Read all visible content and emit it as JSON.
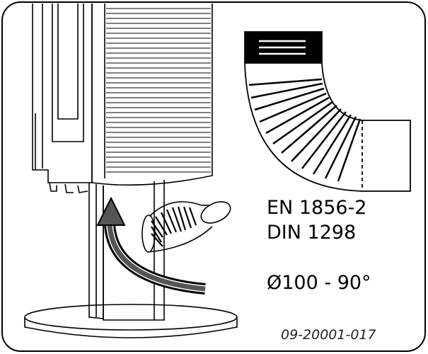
{
  "labels": {
    "standard_1": "EN 1856-2",
    "standard_2": "DIN 1298",
    "spec": "Ø100  -  90°",
    "drawing_code": "09-20001-017"
  },
  "icons": {
    "main": "stove-with-flue-elbow-illustration",
    "detail": "90-degree-flexible-elbow-pipe",
    "arrow": "curved-flow-arrow"
  },
  "colors": {
    "line": "#000000",
    "background": "#ffffff"
  }
}
